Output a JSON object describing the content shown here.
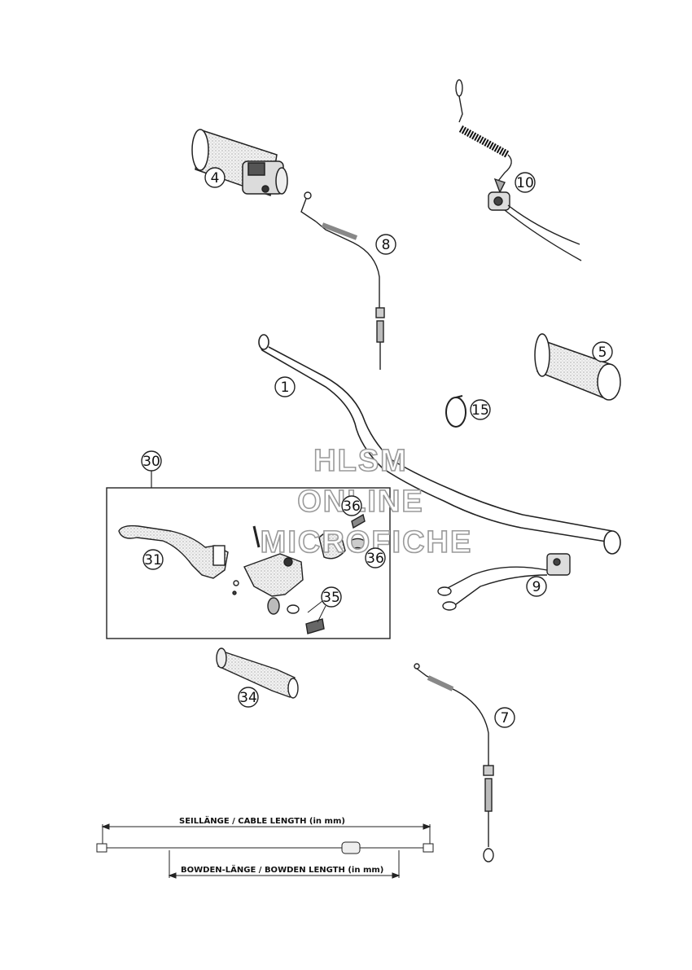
{
  "callouts": [
    {
      "id": "c1",
      "label": "1"
    },
    {
      "id": "c4",
      "label": "4"
    },
    {
      "id": "c5",
      "label": "5"
    },
    {
      "id": "c7",
      "label": "7"
    },
    {
      "id": "c8",
      "label": "8"
    },
    {
      "id": "c9",
      "label": "9"
    },
    {
      "id": "c10",
      "label": "10"
    },
    {
      "id": "c15",
      "label": "15"
    },
    {
      "id": "c30",
      "label": "30"
    },
    {
      "id": "c31",
      "label": "31"
    },
    {
      "id": "c34",
      "label": "34"
    },
    {
      "id": "c35",
      "label": "35"
    },
    {
      "id": "c36a",
      "label": "36"
    },
    {
      "id": "c36b",
      "label": "36"
    }
  ],
  "dimensions": {
    "cable_length": "SEILLÄNGE / CABLE LENGTH  (in mm)",
    "bowden_length": "BOWDEN-LÄNGE / BOWDEN LENGTH  (in mm)"
  },
  "watermark": {
    "line1": "HLSM",
    "line2": "ONLINE",
    "line3": "MICROFICHE"
  }
}
